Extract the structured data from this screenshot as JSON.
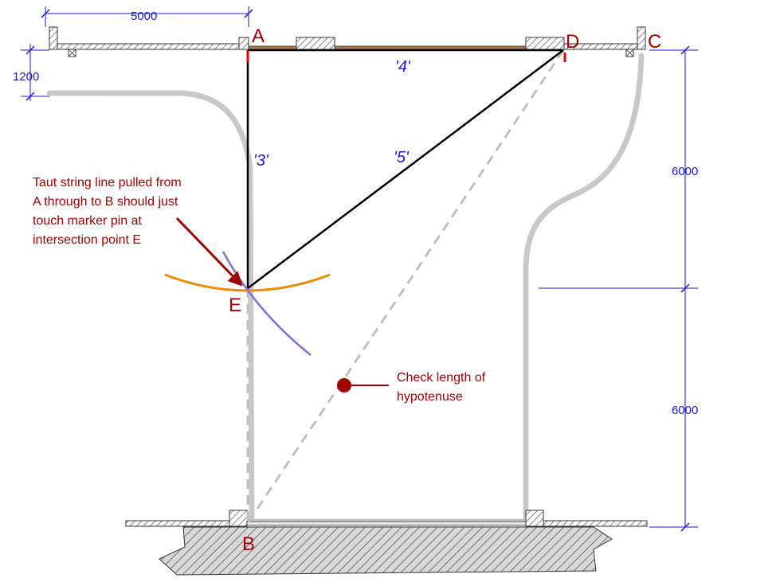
{
  "points": {
    "a": "A",
    "b": "B",
    "c": "C",
    "d": "D",
    "e": "E"
  },
  "sides": {
    "ae": "'3'",
    "ad": "'4'",
    "de": "'5'"
  },
  "dimensions": {
    "top_width": "5000",
    "left_depth": "1200",
    "right_upper": "6000",
    "right_lower": "6000"
  },
  "notes": {
    "string_line": [
      "Taut string line pulled from",
      "A through to B should just",
      "touch marker pin at",
      "intersection point E"
    ],
    "hypotenuse": [
      "Check length of",
      "hypotenuse"
    ]
  },
  "colors": {
    "point_label": "#a00000",
    "dimension": "#1a1ad0",
    "orange_arc": "#f08a00",
    "purple_arc": "#8a6ad0",
    "wall_hatch": "#555555",
    "dotted_outline": "#c8c8c8",
    "dashed_guide": "#c0c0c0"
  }
}
